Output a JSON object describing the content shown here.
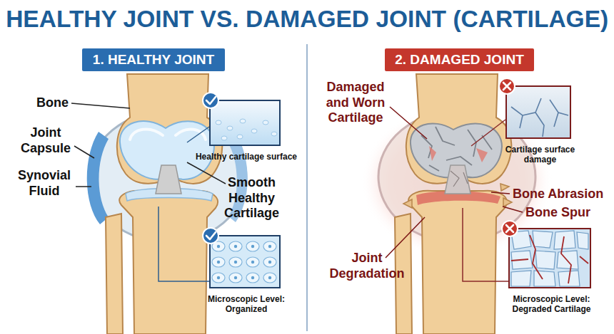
{
  "diagram": {
    "title": "HEALTHY JOINT VS. DAMAGED JOINT (CARTILAGE)",
    "nodes": [
      {
        "text": [
          "1. HEALTHY JOINT"
        ]
      },
      {
        "text": [
          "Healthy cartilage surface"
        ]
      },
      {
        "text": [
          "Microscopic Level: Organized"
        ]
      },
      {
        "text": [
          "2. DAMAGED JOINT"
        ]
      },
      {
        "text": [
          "Cartilage surface damage"
        ]
      },
      {
        "text": [
          "Microscopic Level: Degraded Cartilage"
        ]
      }
    ],
    "labels": [
      "Bone",
      "Joint Capsule",
      "Synovial Fluid",
      "Smooth Healthy Cartilage",
      "Damaged and Worn Cartilage",
      "Bone Abrasion",
      "Bone Spur",
      "Joint Degradation"
    ]
  }
}
